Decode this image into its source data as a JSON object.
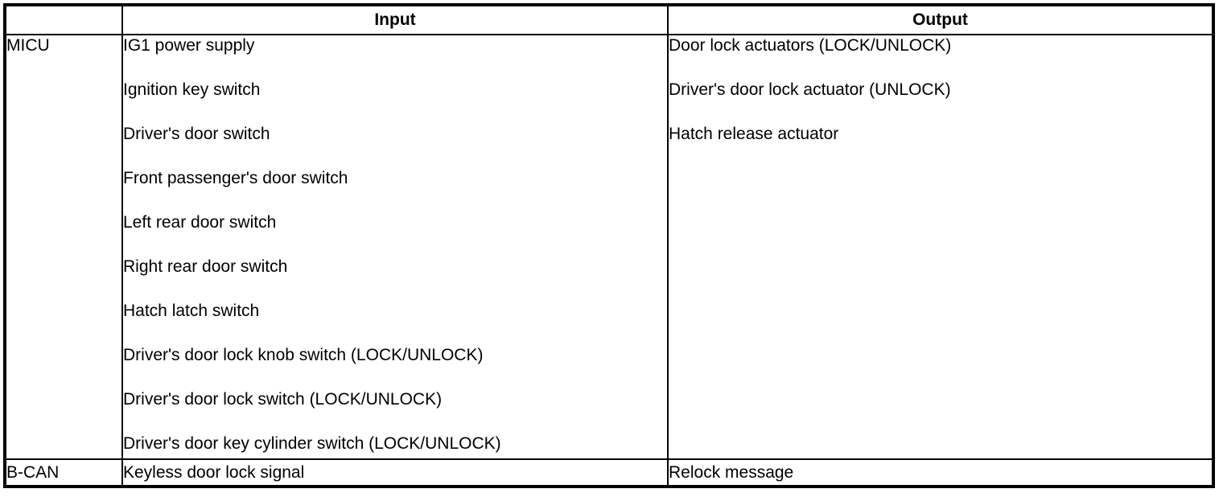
{
  "table": {
    "headers": {
      "source": "",
      "input": "Input",
      "output": "Output"
    },
    "rows": [
      {
        "source": "MICU",
        "inputs": [
          "IG1 power supply",
          "Ignition key switch",
          "Driver's door switch",
          "Front passenger's door switch",
          "Left rear door switch",
          "Right rear door switch",
          "Hatch latch switch",
          "Driver's door lock knob switch (LOCK/UNLOCK)",
          "Driver's door lock switch (LOCK/UNLOCK)",
          "Driver's door key cylinder switch (LOCK/UNLOCK)"
        ],
        "outputs": [
          "Door lock actuators (LOCK/UNLOCK)",
          "Driver's door lock actuator (UNLOCK)",
          "Hatch release actuator"
        ]
      },
      {
        "source": "B-CAN",
        "inputs": [
          "Keyless door lock signal"
        ],
        "outputs": [
          "Relock message"
        ]
      }
    ],
    "colors": {
      "border": "#000000",
      "background": "#ffffff",
      "text": "#000000"
    }
  }
}
